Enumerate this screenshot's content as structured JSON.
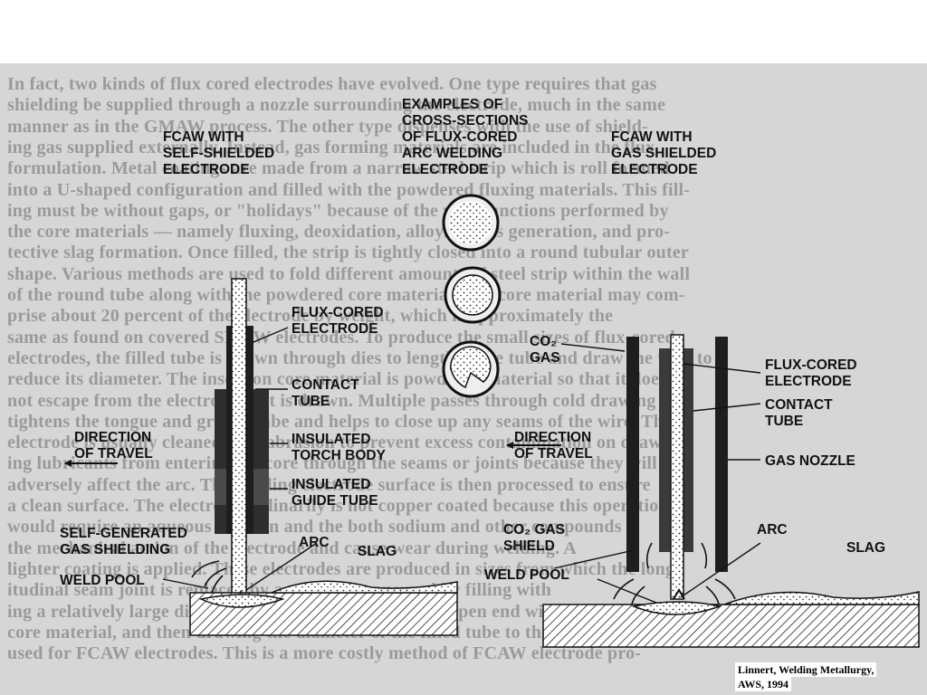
{
  "background_text": [
    "In fact, two kinds of flux cored electrodes have evolved. One type requires that gas",
    "shielding be supplied through a nozzle surrounding the electrode, much in the same",
    "manner as in the GMAW process. The other type dispenses with the use of shield-",
    "ing gas supplied externally. Instead, gas forming materials are included in the flux",
    "formulation. Metal coatings are made from a narrow steel strip which is roll formed",
    "into a U-shaped configuration and filled with the powdered fluxing materials. This fill-",
    "ing must be without gaps, or \"holidays\" because of the vital functions performed by",
    "the core materials — namely fluxing, deoxidation, alloying, gas generation, and pro-",
    "tective slag formation. Once filled, the strip is tightly closed into a round tubular outer",
    "shape. Various methods are used to fold different amounts of steel strip within the wall",
    "of the round tube along with the powdered core material. The core material may com-",
    "prise about 20 percent of the electrode by weight, which is approximately the",
    "same as found on covered SMAW electrodes. To produce the small sizes of flux-cored",
    "electrodes, the filled tube is drawn through dies to lengthen the tube and draw the wire to",
    "reduce its diameter. The insertion core material is powdered material so that it does",
    "not escape from the electrode as it is drawn. Multiple passes through cold drawing",
    "tightens the tongue and groove tube and helps to close up any seams of the wire. The",
    "electrode is usually cleaned with abrasion to prevent excess contamination on draw-",
    "ing lubricants from entering the core through the seams or joints because they will",
    "adversely affect the arc. The welding electrode surface is then processed to ensure",
    "a clean surface. The electrode ordinarily is not copper coated because this operation",
    "would require an aqueous solution and the both sodium and other compounds",
    "the mechanical action of the electrode and cause wear during welding. A",
    "lighter coating is applied. These electrodes are produced in sizes from which the long-",
    "itudinal seam joint is replaced by a weld seam ensured by filling with",
    "ing a relatively large diameter pre-welded tube from an open end with the powdered",
    "core material, and then drawing the diameter of the filled tube to the smaller sizes",
    "used for FCAW electrodes. This is a more costly method of FCAW electrode pro-"
  ],
  "labels": {
    "left_title": [
      "FCAW WITH",
      "SELF-SHIELDED",
      "ELECTRODE"
    ],
    "center_title": [
      "EXAMPLES OF",
      "CROSS-SECTIONS",
      "OF FLUX-CORED",
      "ARC WELDING",
      "ELECTRODE"
    ],
    "right_title": [
      "FCAW WITH",
      "GAS SHIELDED",
      "ELECTRODE"
    ],
    "left_flux_cored": [
      "FLUX-CORED",
      "ELECTRODE"
    ],
    "left_contact_tube": [
      "CONTACT",
      "TUBE"
    ],
    "left_direction": [
      "DIRECTION",
      "OF TRAVEL"
    ],
    "insulated_torch_body": [
      "INSULATED",
      "TORCH BODY"
    ],
    "insulated_guide_tube": [
      "INSULATED",
      "GUIDE TUBE"
    ],
    "self_generated": [
      "SELF-GENERATED",
      "GAS SHIELDING"
    ],
    "left_weld_pool": "WELD POOL",
    "left_arc": "ARC",
    "left_slag": "SLAG",
    "co2_gas": [
      "CO₂",
      "GAS"
    ],
    "right_flux_cored": [
      "FLUX-CORED",
      "ELECTRODE"
    ],
    "right_contact_tube": [
      "CONTACT",
      "TUBE"
    ],
    "right_direction": [
      "DIRECTION",
      "OF TRAVEL"
    ],
    "gas_nozzle": "GAS NOZZLE",
    "co2_gas_shield": [
      "CO₂ GAS",
      "SHIELD"
    ],
    "right_arc": "ARC",
    "right_slag": "SLAG",
    "right_weld_pool": "WELD POOL"
  },
  "credit": [
    "Linnert, Welding Metallurgy,",
    "AWS, 1994"
  ]
}
